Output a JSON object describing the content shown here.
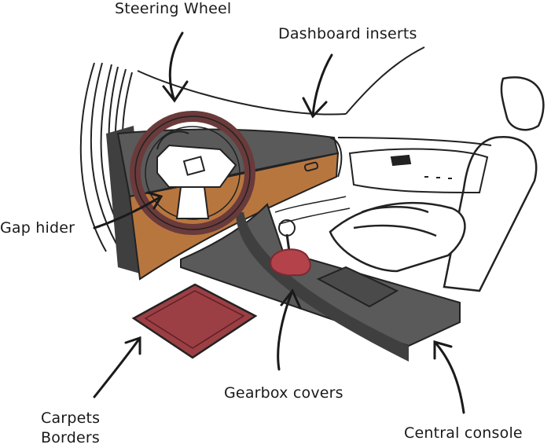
{
  "labels": {
    "steering_wheel": "Steering Wheel",
    "dashboard_inserts": "Dashboard inserts",
    "gap_hider": "Gap hider",
    "carpets_borders_line1": "Carpets",
    "carpets_borders_line2": "Borders",
    "gearbox_covers": "Gearbox covers",
    "central_console": "Central console"
  },
  "colors": {
    "ink": "#1a1a1a",
    "dashboard_wood": "#b8763f",
    "console_gray": "#5a5a5a",
    "dark_gray": "#3f3f3f",
    "wheel_maroon": "#6b3a3a",
    "carpet_red": "#9c3f44",
    "gear_boot_red": "#b3424a",
    "sketch_line": "#222222"
  }
}
